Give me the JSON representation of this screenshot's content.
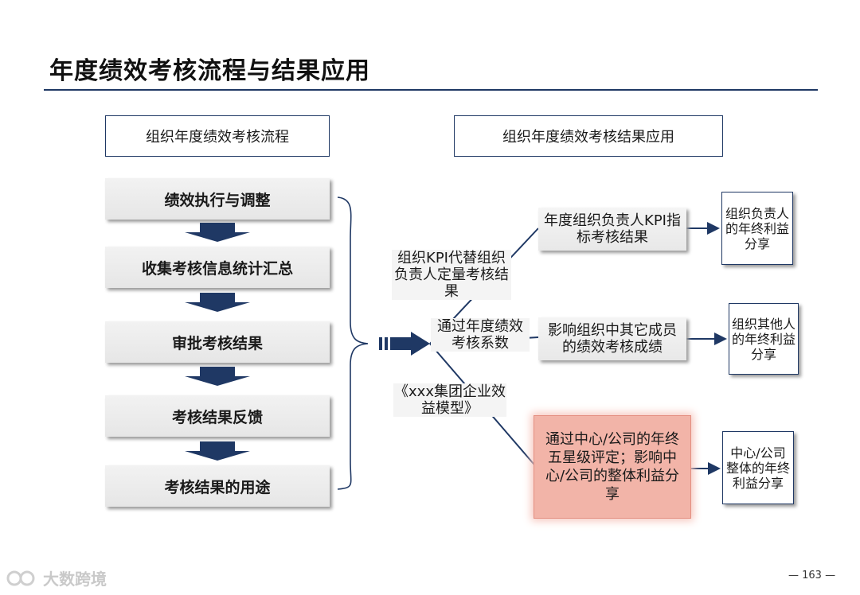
{
  "title": "年度绩效考核流程与结果应用",
  "left": {
    "header": "组织年度绩效考核流程",
    "steps": [
      "绩效执行与调整",
      "收集考核信息统计汇总",
      "审批考核结果",
      "考核结果反馈",
      "考核结果的用途"
    ]
  },
  "right": {
    "header": "组织年度绩效考核结果应用",
    "branch_labels": [
      "组织KPI代替组织负责人定量考核结果",
      "通过年度绩效考核系数",
      "《xxx集团企业效益模型》"
    ],
    "results": [
      "年度组织负责人KPI指标考核结果",
      "影响组织中其它成员的绩效考核成绩",
      "通过中心/公司的年终五星级评定；影响中心/公司的整体利益分享"
    ],
    "outcomes": [
      "组织负责人的年终利益分享",
      "组织其他人的年终利益分享",
      "中心/公司整体的年终利益分享"
    ]
  },
  "colors": {
    "navy": "#1f3864",
    "highlight": "#f2b4a8"
  },
  "page_number": "— 163 —",
  "watermark": "大数跨境"
}
